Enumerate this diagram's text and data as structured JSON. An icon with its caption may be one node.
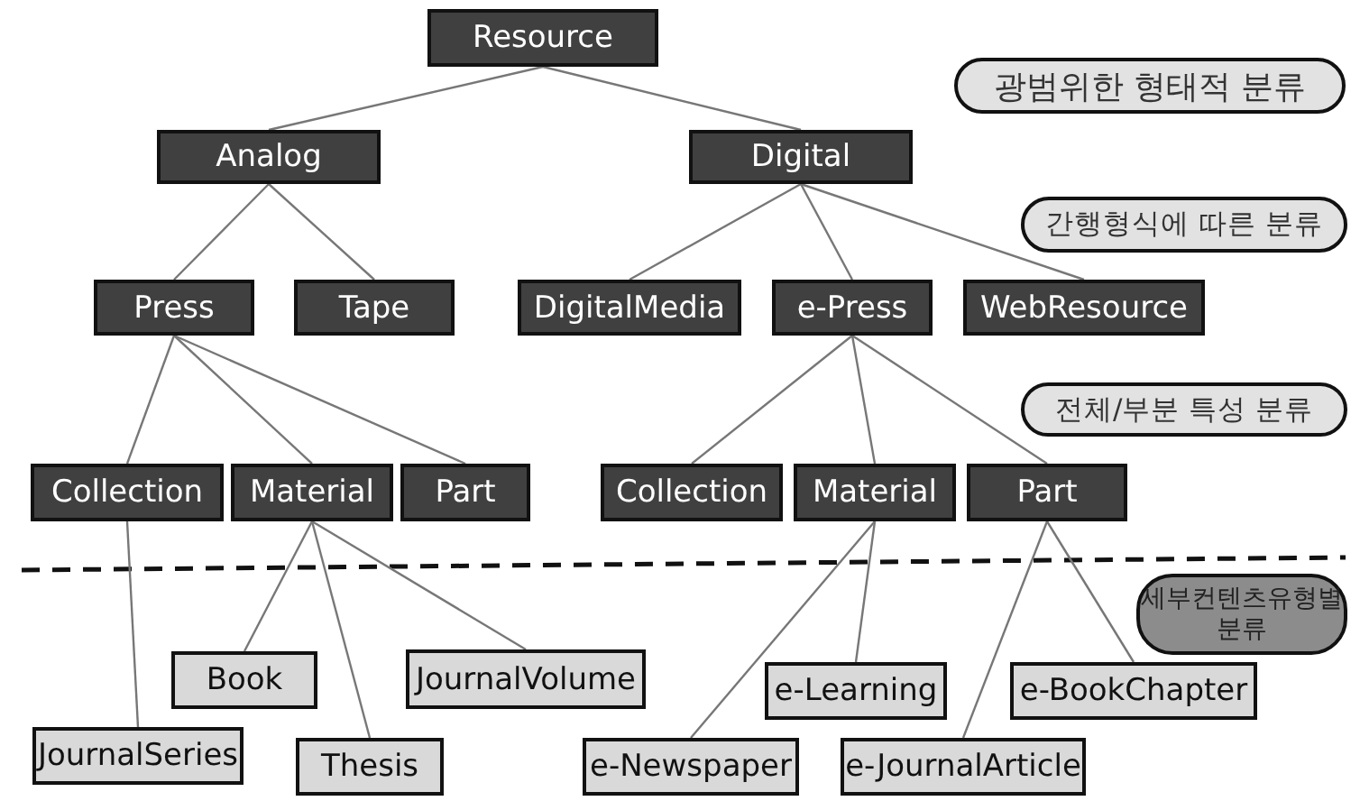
{
  "diagram": {
    "nodes": [
      {
        "text": [
          "Resource"
        ]
      },
      {
        "text": [
          "Analog"
        ]
      },
      {
        "text": [
          "Digital"
        ]
      },
      {
        "text": [
          "광범위한 형태적 분류"
        ]
      },
      {
        "text": [
          "간행형식에 따른 분류"
        ]
      },
      {
        "text": [
          "Press"
        ]
      },
      {
        "text": [
          "Tape"
        ]
      },
      {
        "text": [
          "DigitalMedia"
        ]
      },
      {
        "text": [
          "e-Press"
        ]
      },
      {
        "text": [
          "WebResource"
        ]
      },
      {
        "text": [
          "전체/부분 특성 분류"
        ]
      },
      {
        "text": [
          "Collection"
        ]
      },
      {
        "text": [
          "Material"
        ]
      },
      {
        "text": [
          "Part"
        ]
      },
      {
        "text": [
          "Collection"
        ]
      },
      {
        "text": [
          "Material"
        ]
      },
      {
        "text": [
          "Part"
        ]
      },
      {
        "text": [
          "세부컨텐츠유형별 분류"
        ]
      },
      {
        "text": [
          "Book"
        ]
      },
      {
        "text": [
          "JournalVolume"
        ]
      },
      {
        "text": [
          "e-Learning"
        ]
      },
      {
        "text": [
          "e-BookChapter"
        ]
      },
      {
        "text": [
          "JournalSeries"
        ]
      },
      {
        "text": [
          "Thesis"
        ]
      },
      {
        "text": [
          "e-Newspaper"
        ]
      },
      {
        "text": [
          "e-JournalArticle"
        ]
      }
    ],
    "edges": [
      {
        "from": 0,
        "to": 1,
        "arrow": "none"
      },
      {
        "from": 0,
        "to": 2,
        "arrow": "none"
      },
      {
        "from": 1,
        "to": 5,
        "arrow": "none"
      },
      {
        "from": 1,
        "to": 6,
        "arrow": "none"
      },
      {
        "from": 2,
        "to": 7,
        "arrow": "none"
      },
      {
        "from": 2,
        "to": 8,
        "arrow": "none"
      },
      {
        "from": 2,
        "to": 9,
        "arrow": "none"
      },
      {
        "from": 5,
        "to": 11,
        "arrow": "none"
      },
      {
        "from": 5,
        "to": 12,
        "arrow": "none"
      },
      {
        "from": 5,
        "to": 13,
        "arrow": "none"
      },
      {
        "from": 8,
        "to": 14,
        "arrow": "none"
      },
      {
        "from": 8,
        "to": 15,
        "arrow": "none"
      },
      {
        "from": 8,
        "to": 16,
        "arrow": "none"
      },
      {
        "from": 11,
        "to": 22,
        "arrow": "none"
      },
      {
        "from": 12,
        "to": 18,
        "arrow": "none"
      },
      {
        "from": 12,
        "to": 23,
        "arrow": "none"
      },
      {
        "from": 12,
        "to": 19,
        "arrow": "none"
      },
      {
        "from": 15,
        "to": 24,
        "arrow": "none"
      },
      {
        "from": 15,
        "to": 20,
        "arrow": "none"
      },
      {
        "from": 16,
        "to": 25,
        "arrow": "none"
      },
      {
        "from": 16,
        "to": 21,
        "arrow": "none"
      }
    ]
  }
}
